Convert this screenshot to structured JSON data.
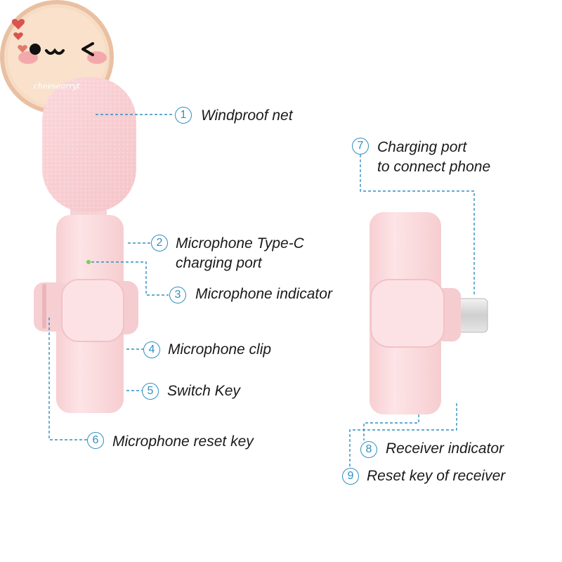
{
  "logo": {
    "brand_text": "cheesearryt"
  },
  "callouts": [
    {
      "num": "1",
      "label": "Windproof net"
    },
    {
      "num": "2",
      "label_line1": "Microphone Type-C",
      "label_line2": "charging port"
    },
    {
      "num": "3",
      "label": "Microphone indicator"
    },
    {
      "num": "4",
      "label": "Microphone clip"
    },
    {
      "num": "5",
      "label": "Switch Key"
    },
    {
      "num": "6",
      "label": "Microphone reset key"
    },
    {
      "num": "7",
      "label_line1": "Charging port",
      "label_line2": "to connect phone"
    },
    {
      "num": "8",
      "label": "Receiver indicator"
    },
    {
      "num": "9",
      "label": "Reset key of receiver"
    }
  ],
  "colors": {
    "accent": "#2f8fc0",
    "product_pink": "#fbdcde",
    "foam_pink": "#f9cfd3",
    "indicator_green": "#6fd35a",
    "logo_bg": "#f7dcc5",
    "logo_ring": "#e9c0a2"
  }
}
